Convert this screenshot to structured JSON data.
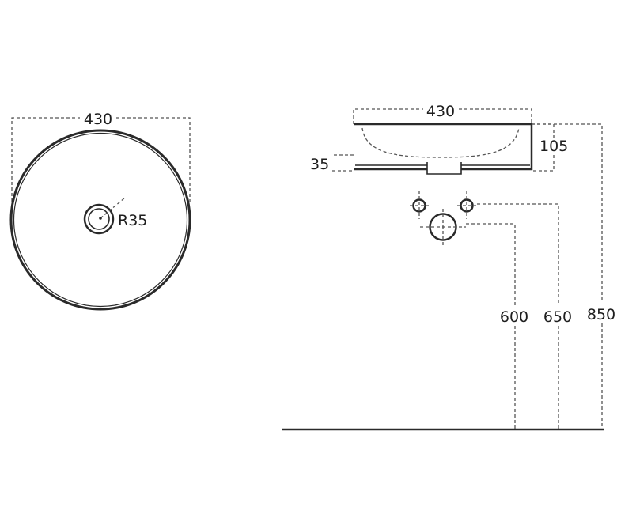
{
  "top_view": {
    "width_label": "430",
    "drain_radius_label": "R35"
  },
  "side_view": {
    "width_label": "430",
    "height_label": "105",
    "base_label": "35",
    "drain_height_label": "600",
    "supply_height_label": "650",
    "top_height_label": "850"
  },
  "colors": {
    "line": "#2a2a2a",
    "dimension": "#555555",
    "text": "#1e1e1e"
  }
}
